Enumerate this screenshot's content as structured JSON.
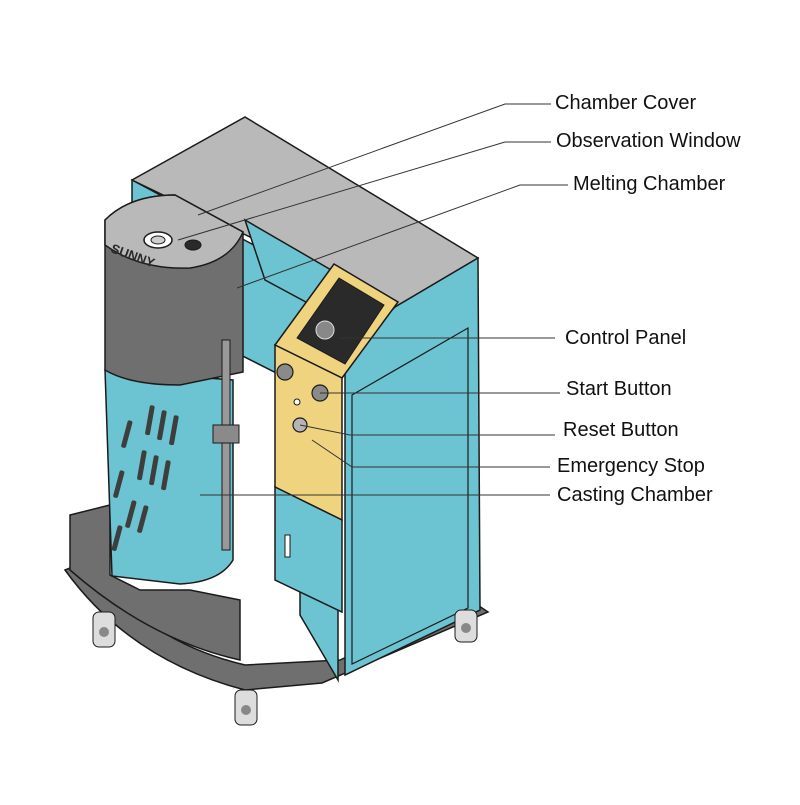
{
  "diagram": {
    "brand_text": "SUNNY",
    "callouts": [
      {
        "id": "chamber-cover",
        "label": "Chamber Cover"
      },
      {
        "id": "observation-window",
        "label": "Observation Window"
      },
      {
        "id": "melting-chamber",
        "label": "Melting Chamber"
      },
      {
        "id": "control-panel",
        "label": "Control Panel"
      },
      {
        "id": "start-button",
        "label": "Start Button"
      },
      {
        "id": "reset-button",
        "label": "Reset Button"
      },
      {
        "id": "emergency-stop",
        "label": "Emergency Stop"
      },
      {
        "id": "casting-chamber",
        "label": "Casting Chamber"
      }
    ]
  },
  "colors": {
    "cabinet_blue": "#6cc3d2",
    "panel_yellow": "#f0d37e",
    "dark_gray": "#6f6f6f",
    "top_gray": "#b9b9b9",
    "outline": "#1b1b1b"
  }
}
